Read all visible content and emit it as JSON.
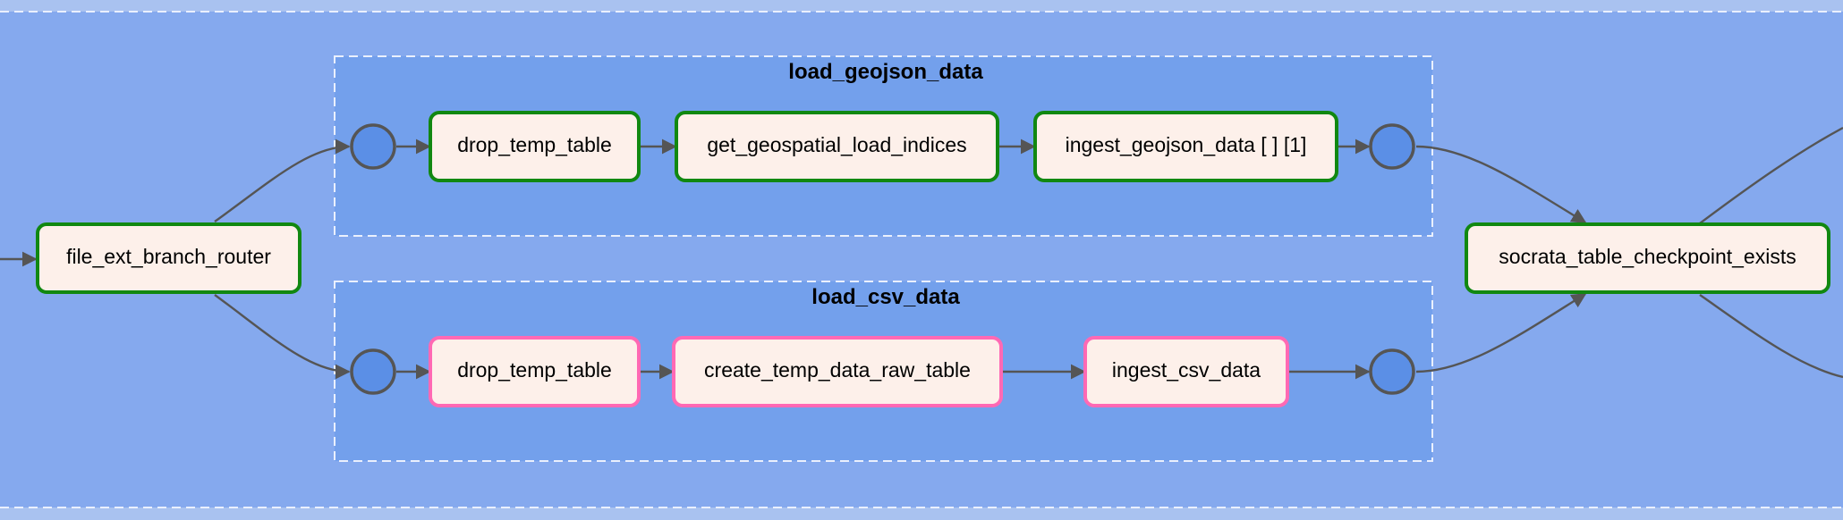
{
  "colors": {
    "page_background": "#a9c2f0",
    "outer_group_fill": "#85a9ee",
    "inner_group_fill": "#73a0ec",
    "task_fill": "#fdf0ea",
    "success_border": "#118811",
    "upstream_failed_border": "#ff69b4",
    "join_node_fill": "#5b8fe6",
    "edge": "#555555"
  },
  "task_groups": [
    {
      "title": "load_geojson_data",
      "tasks": [
        {
          "label": "drop_temp_table",
          "state": "success"
        },
        {
          "label": "get_geospatial_load_indices",
          "state": "success"
        },
        {
          "label": "ingest_geojson_data [ ] [1]",
          "state": "success"
        }
      ]
    },
    {
      "title": "load_csv_data",
      "tasks": [
        {
          "label": "drop_temp_table",
          "state": "upstream_failed"
        },
        {
          "label": "create_temp_data_raw_table",
          "state": "upstream_failed"
        },
        {
          "label": "ingest_csv_data",
          "state": "upstream_failed"
        }
      ]
    }
  ],
  "standalone_tasks": {
    "router": {
      "label": "file_ext_branch_router",
      "state": "success"
    },
    "checkpoint": {
      "label": "socrata_table_checkpoint_exists",
      "state": "success"
    }
  }
}
